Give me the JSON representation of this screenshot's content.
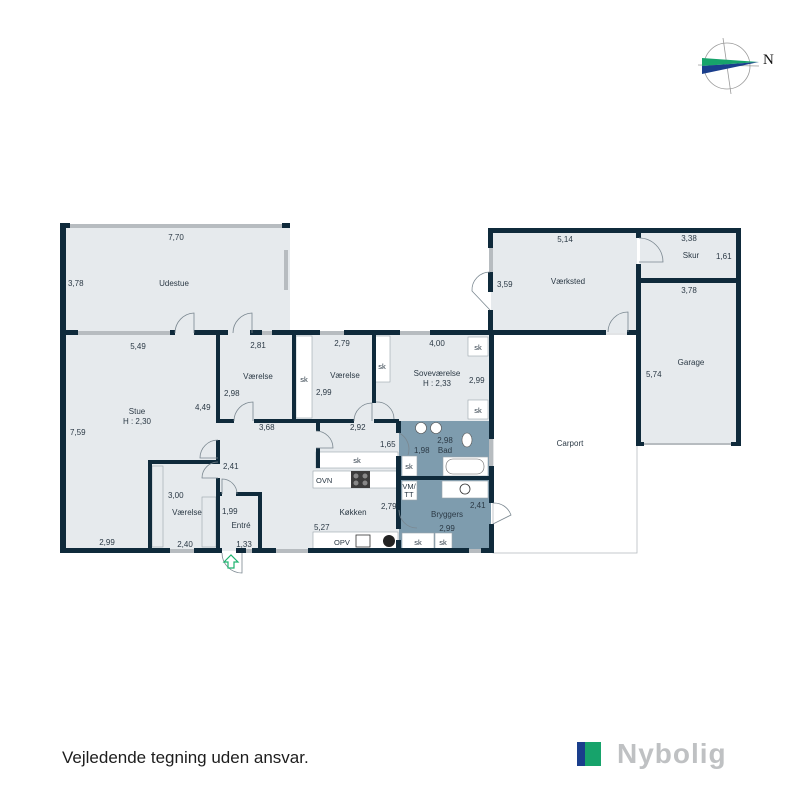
{
  "colors": {
    "wall": "#0f2a3b",
    "room_fill": "#e6eaed",
    "wet_fill": "#7e9cae",
    "window": "#b7bcc0",
    "fixture": "#ffffff",
    "entrance_arrow": "#1db36f",
    "compass_green": "#17a36b",
    "compass_blue": "#1a3e8c",
    "logo_text": "#bfc1c3"
  },
  "compass": {
    "label": "N"
  },
  "rooms": {
    "udestue": {
      "name": "Udestue",
      "width": "7,70",
      "depth": "3,78"
    },
    "stue": {
      "name": "Stue",
      "height": "H : 2,30",
      "top": "5,49",
      "left": "7,59",
      "right": "4,49",
      "bottom": "2,99"
    },
    "vaerelse1": {
      "name": "Værelse",
      "top": "2,81",
      "side": "2,98"
    },
    "vaerelse2": {
      "name": "Værelse",
      "top": "2,79",
      "side": "2,99"
    },
    "sovevaerelse": {
      "name": "Soveværelse",
      "height": "H : 2,33",
      "top": "4,00",
      "side": "2,99"
    },
    "vaerelse3": {
      "name": "Værelse",
      "side": "3,00",
      "bottom": "2,40"
    },
    "entre": {
      "name": "Entré",
      "side": "1,99",
      "bottom": "1,33"
    },
    "gang": {
      "dim1": "3,68",
      "dim2": "2,41",
      "dim3": "2,92",
      "dim4": "1,65"
    },
    "koekken": {
      "name": "Køkken",
      "width": "5,27",
      "side": "2,79"
    },
    "bad": {
      "name": "Bad",
      "width": "2,98",
      "side": "1,98"
    },
    "bryggers": {
      "name": "Bryggers",
      "width": "2,99",
      "side": "2,41"
    },
    "vaerksted": {
      "name": "Værksted",
      "width": "5,14",
      "side": "3,59"
    },
    "skur": {
      "name": "Skur",
      "width": "3,38",
      "side": "1,61"
    },
    "garage": {
      "name": "Garage",
      "width": "3,78",
      "side": "5,74"
    },
    "carport": {
      "name": "Carport"
    }
  },
  "fixtures": {
    "sk": "sk",
    "ovn": "OVN",
    "opv": "OPV",
    "vm_tt_1": "VM/",
    "vm_tt_2": "TT"
  },
  "footer": {
    "disclaimer": "Vejledende tegning uden ansvar.",
    "brand": "Nybolig"
  }
}
